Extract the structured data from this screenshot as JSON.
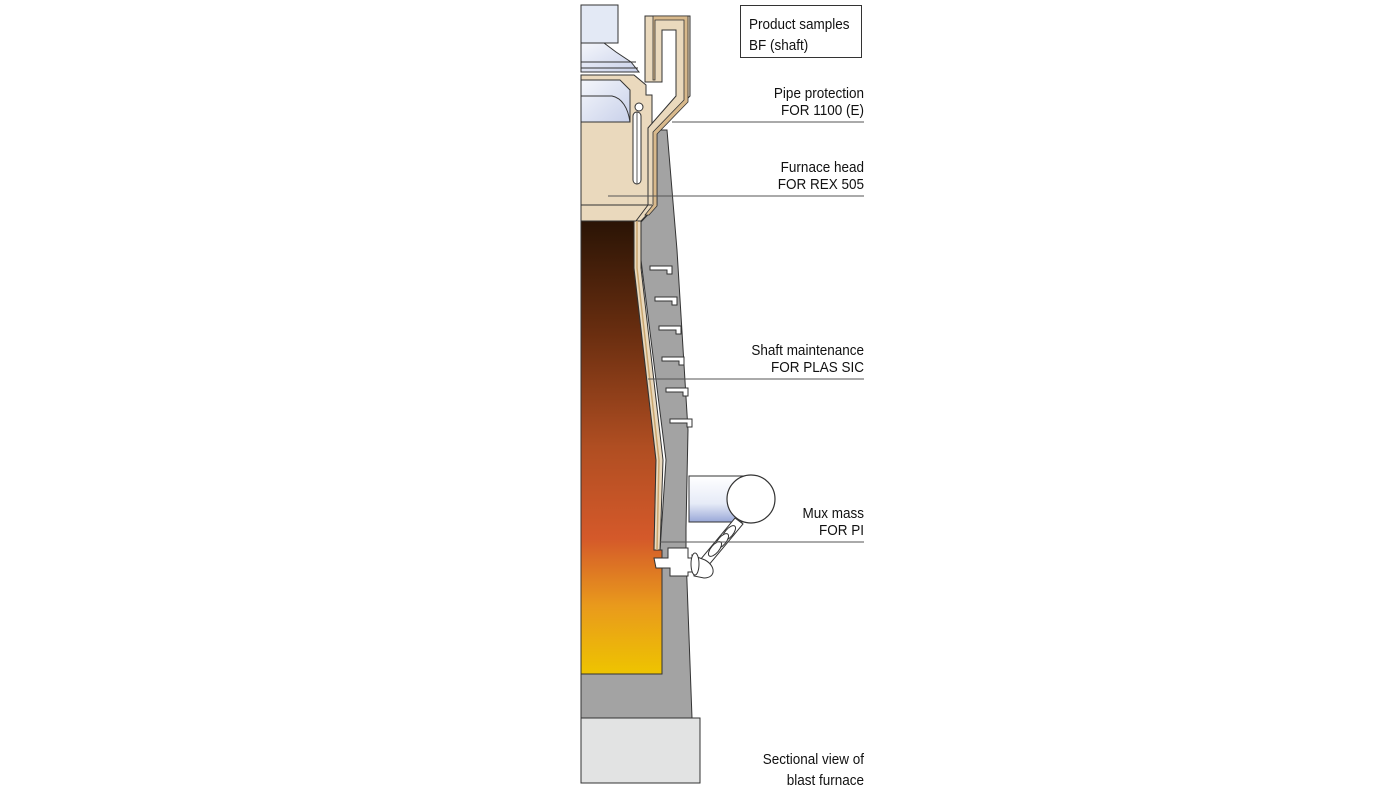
{
  "legend": {
    "line1": "Product samples",
    "line2": "BF (shaft)"
  },
  "callouts": {
    "pipe_protection": {
      "line1": "Pipe protection",
      "line2": "FOR 1100 (E)"
    },
    "furnace_head": {
      "line1": "Furnace head",
      "line2": "FOR REX 505"
    },
    "shaft_maintenance": {
      "line1": "Shaft maintenance",
      "line2": "FOR PLAS SIC"
    },
    "mux_mass": {
      "line1": "Mux mass",
      "line2": "FOR PI"
    }
  },
  "caption": {
    "line1": "Sectional view of",
    "line2": "blast furnace"
  },
  "colors": {
    "steel_shell": "#a3a3a3",
    "refractory_beige": "#ead9bd",
    "lining_tan": "#d8b98c",
    "foundation": "#e2e3e3",
    "hot_top": "#2a1405",
    "hot_mid": "#cc5a25",
    "hot_bottom": "#eec400",
    "equipment_blue": "#e3e9f5",
    "leader_line": "#555555"
  }
}
